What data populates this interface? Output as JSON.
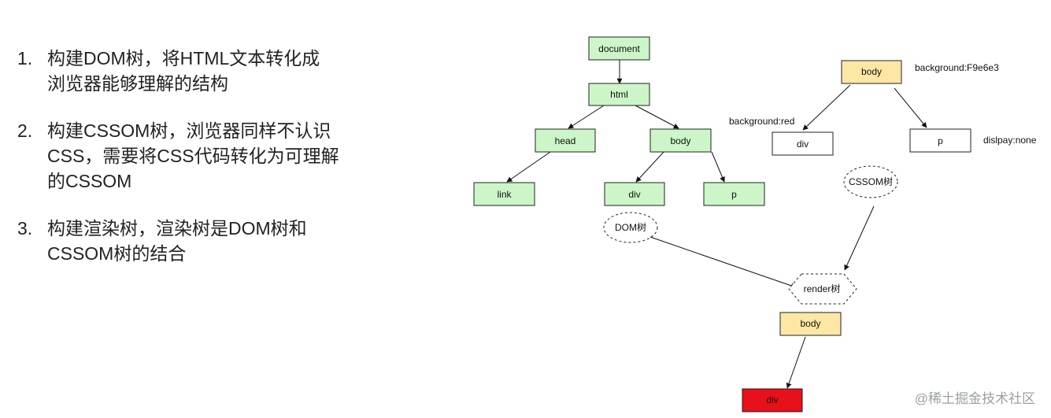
{
  "steps": [
    {
      "num": "1.",
      "lines": [
        "构建DOM树，将HTML文本转化成",
        "浏览器能够理解的结构"
      ]
    },
    {
      "num": "2.",
      "lines": [
        "构建CSSOM树，浏览器同样不认识",
        "CSS，需要将CSS代码转化为可理解",
        "的CSSOM"
      ]
    },
    {
      "num": "3.",
      "lines": [
        "构建渲染树，渲染树是DOM树和",
        "CSSOM树的结合"
      ]
    }
  ],
  "dom_tree": {
    "document": "document",
    "html": "html",
    "head": "head",
    "body": "body",
    "link": "link",
    "div": "div",
    "p": "p",
    "label": "DOM树"
  },
  "cssom_tree": {
    "body": "body",
    "body_style": "background:F9e6e3",
    "div": "div",
    "div_style": "background:red",
    "p": "p",
    "p_style": "dislpay:none",
    "label": "CSSOM树"
  },
  "render_tree": {
    "label": "render树",
    "body": "body",
    "div": "div"
  },
  "colors": {
    "green": "#ccf6c8",
    "yellow": "#fce7a5",
    "red": "#e8101a"
  },
  "watermark": "@稀土掘金技术社区"
}
